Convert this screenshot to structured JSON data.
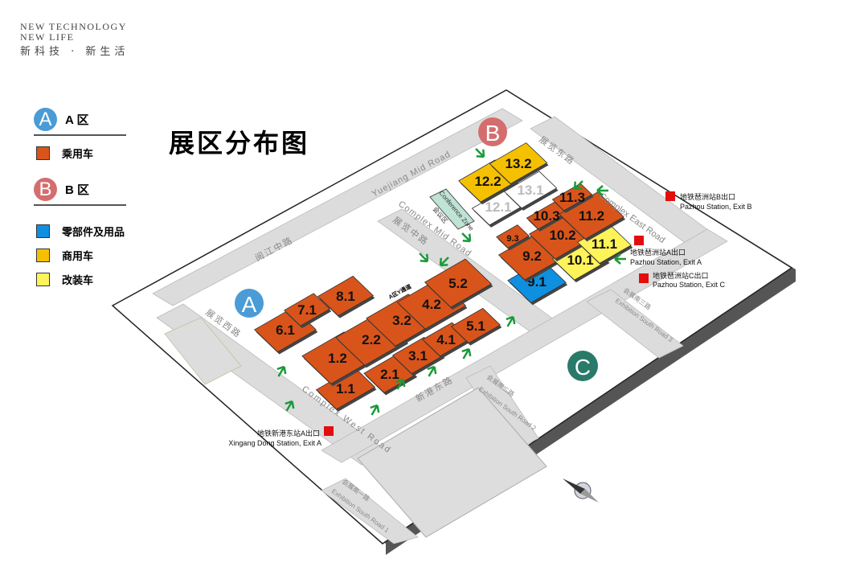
{
  "brand": {
    "line1": "NEW TECHNOLOGY",
    "line2": "NEW LIFE",
    "cn": "新科技 · 新生活"
  },
  "title": "展区分布图",
  "legend": {
    "zone_a": {
      "badge": "A",
      "label": "A 区",
      "items": [
        {
          "label": "乘用车",
          "color": "#d9541a"
        }
      ]
    },
    "zone_b": {
      "badge": "B",
      "label": "B 区",
      "items": [
        {
          "label": "零部件及用品",
          "color": "#0f8fe0"
        },
        {
          "label": "商用车",
          "color": "#f5c000"
        },
        {
          "label": "改装车",
          "color": "#fff35a"
        }
      ]
    }
  },
  "colors": {
    "zone_a": "#4a9bd6",
    "zone_b": "#d46e6e",
    "zone_c": "#2a7a6a",
    "road": "#dcdcdc",
    "arrow": "#1a9a3a"
  },
  "halls": [
    {
      "id": "1.1",
      "type": "passenger"
    },
    {
      "id": "1.2",
      "type": "passenger"
    },
    {
      "id": "2.1",
      "type": "passenger"
    },
    {
      "id": "2.2",
      "type": "passenger"
    },
    {
      "id": "3.1",
      "type": "passenger"
    },
    {
      "id": "3.2",
      "type": "passenger"
    },
    {
      "id": "4.1",
      "type": "passenger"
    },
    {
      "id": "4.2",
      "type": "passenger"
    },
    {
      "id": "5.1",
      "type": "passenger"
    },
    {
      "id": "5.2",
      "type": "passenger"
    },
    {
      "id": "6.1",
      "type": "passenger"
    },
    {
      "id": "7.1",
      "type": "passenger"
    },
    {
      "id": "8.1",
      "type": "passenger"
    },
    {
      "id": "9.1",
      "type": "parts"
    },
    {
      "id": "9.2",
      "type": "passenger"
    },
    {
      "id": "9.3",
      "type": "passenger"
    },
    {
      "id": "10.1",
      "type": "modified"
    },
    {
      "id": "10.2",
      "type": "passenger"
    },
    {
      "id": "10.3",
      "type": "passenger"
    },
    {
      "id": "11.1",
      "type": "modified"
    },
    {
      "id": "11.2",
      "type": "passenger"
    },
    {
      "id": "11.3",
      "type": "passenger"
    },
    {
      "id": "12.1",
      "type": "none"
    },
    {
      "id": "12.2",
      "type": "commercial"
    },
    {
      "id": "13.1",
      "type": "none"
    },
    {
      "id": "13.2",
      "type": "commercial"
    }
  ],
  "zones": {
    "a": "A",
    "b": "B",
    "c": "C"
  },
  "roads": {
    "yuejiang_en": "Yuejiang Mid Road",
    "yuejiang_cn": "阅江中路",
    "mid_en": "Complex Mid Road",
    "mid_cn": "展览中路",
    "east_en": "Complex East Road",
    "east_cn": "展览东路",
    "west_en": "Complex West Road",
    "west_cn": "展览西路",
    "xingang_cn": "新港东路",
    "south1_en": "Exhibition South Road 1",
    "south1_cn": "会展南一路",
    "south2_en": "Exhibition South Road 2",
    "south2_cn": "会展南二路",
    "south3_en": "Exhibition South Road 3",
    "south3_cn": "会展南三路"
  },
  "labels": {
    "conference_en": "Conference Zone",
    "conference_cn": "会议区",
    "passage": "A区Y通道"
  },
  "stations": [
    {
      "cn": "地铁琶洲站B出口",
      "en": "Pazhou Station, Exit B"
    },
    {
      "cn": "地铁琶洲站A出口",
      "en": "Pazhou Station, Exit A"
    },
    {
      "cn": "地铁琶洲站C出口",
      "en": "Pazhou Station, Exit C"
    },
    {
      "cn": "地铁新港东站A出口",
      "en": "Xingang Dong Station, Exit A"
    }
  ]
}
